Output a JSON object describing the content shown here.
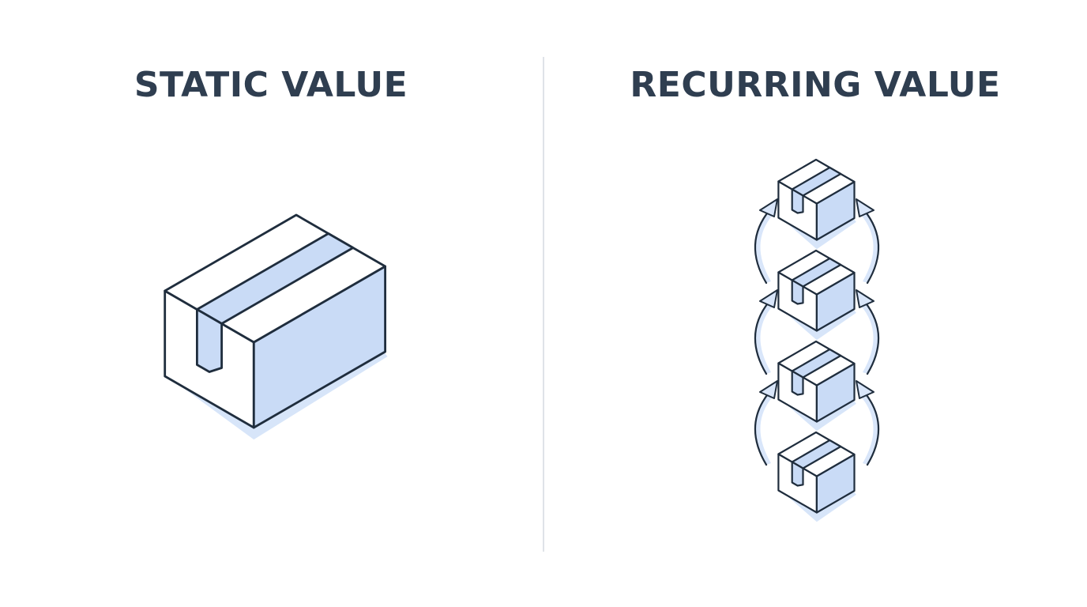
{
  "left_panel": {
    "title": "STATIC VALUE",
    "icon": "single-box-icon"
  },
  "right_panel": {
    "title": "RECURRING VALUE",
    "icon": "box-stack-cycle-icon",
    "box_count": 4,
    "arrow_icon": "curved-up-arrow-icon"
  },
  "colors": {
    "text": "#2f3e50",
    "outline": "#1f2d3d",
    "fill": "#c9dbf6",
    "shadow": "#d3e2f8",
    "arrow_fill": "#d9e6fa",
    "divider": "#dfe3e8",
    "background": "#ffffff"
  }
}
